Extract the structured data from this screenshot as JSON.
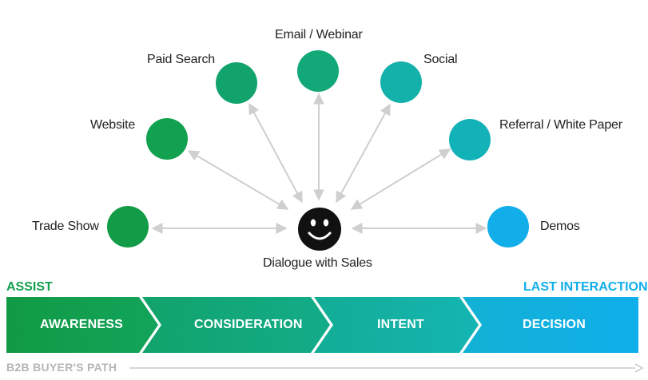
{
  "channels": {
    "email_webinar": "Email / Webinar",
    "paid_search": "Paid Search",
    "social": "Social",
    "website": "Website",
    "referral_white_paper": "Referral / White Paper",
    "trade_show": "Trade Show",
    "demos": "Demos"
  },
  "center": {
    "label": "Dialogue with Sales",
    "icon": "smiley-face-icon"
  },
  "tags": {
    "assist": "ASSIST",
    "last_interaction": "LAST INTERACTION"
  },
  "stages": [
    "AWARENESS",
    "CONSIDERATION",
    "INTENT",
    "DECISION"
  ],
  "footer": {
    "path_label": "B2B BUYER'S PATH"
  },
  "colors": {
    "green": "#14a04f",
    "green_teal": "#12a878",
    "teal": "#14b3ab",
    "light_blue": "#11aeea",
    "assist_text": "#14a04f",
    "last_interaction_text": "#11aeea",
    "arrow": "#cfcfcf"
  }
}
